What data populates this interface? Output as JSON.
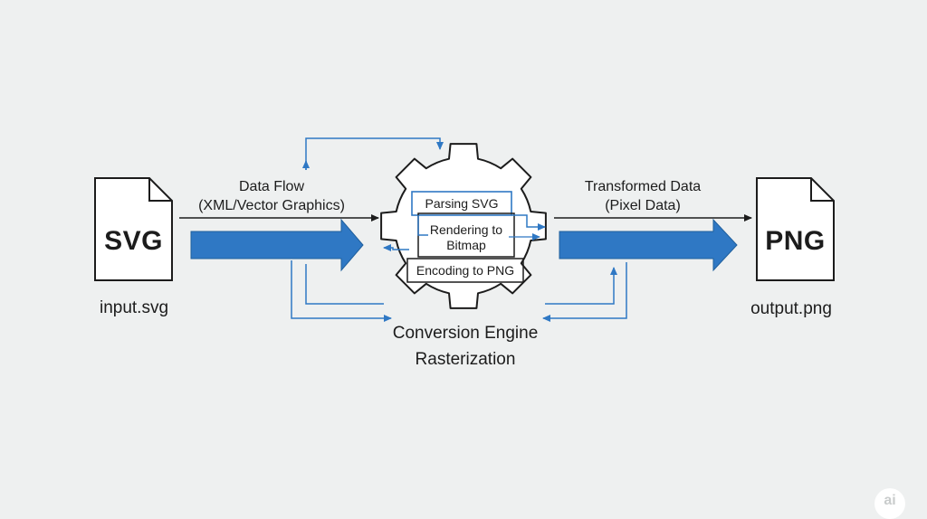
{
  "input_file": {
    "doc_label": "SVG",
    "file_name": "input.svg"
  },
  "output_file": {
    "doc_label": "PNG",
    "file_name": "output.png"
  },
  "input_flow": {
    "line1": "Data Flow",
    "line2": "(XML/Vector Graphics)"
  },
  "output_flow": {
    "line1": "Transformed Data",
    "line2": "(Pixel Data)"
  },
  "engine": {
    "stages": [
      "Parsing SVG",
      "Rendering to",
      "Bitmap",
      "Encoding to PNG"
    ],
    "title_line1": "Conversion Engine",
    "title_line2": "Rasterization"
  },
  "watermark": "ai",
  "colors": {
    "accent_blue": "#2f78c4",
    "stroke": "#1c1c1c",
    "background": "#eef0f0"
  }
}
